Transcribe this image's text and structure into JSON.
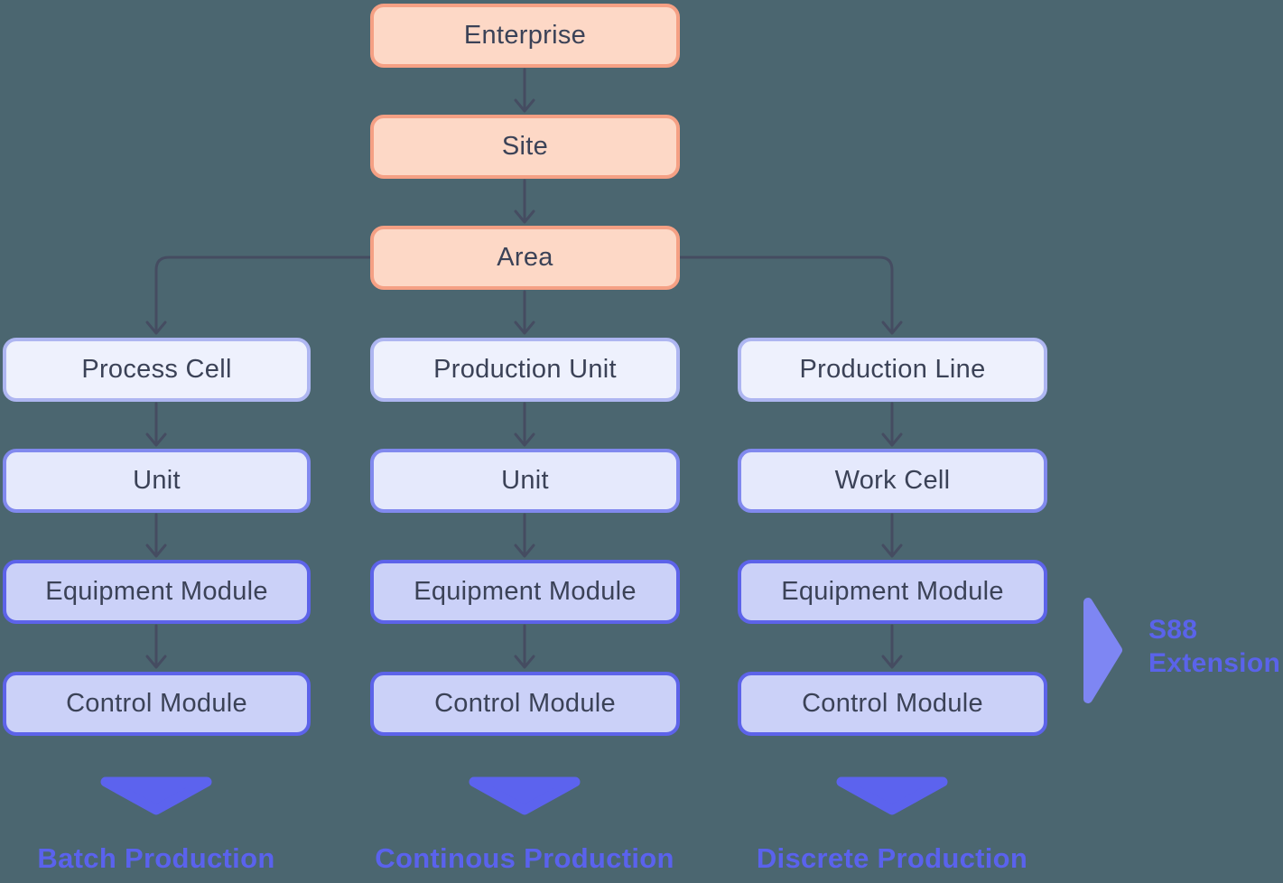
{
  "top_chain": {
    "nodes": [
      {
        "label": "Enterprise"
      },
      {
        "label": "Site"
      },
      {
        "label": "Area"
      }
    ]
  },
  "columns": [
    {
      "name": "batch",
      "nodes": [
        {
          "label": "Process Cell"
        },
        {
          "label": "Unit"
        },
        {
          "label": "Equipment Module"
        },
        {
          "label": "Control Module"
        }
      ],
      "footer_label": "Batch Production"
    },
    {
      "name": "continuous",
      "nodes": [
        {
          "label": "Production Unit"
        },
        {
          "label": "Unit"
        },
        {
          "label": "Equipment Module"
        },
        {
          "label": "Control Module"
        }
      ],
      "footer_label": "Continous Production"
    },
    {
      "name": "discrete",
      "nodes": [
        {
          "label": "Production Line"
        },
        {
          "label": "Work Cell"
        },
        {
          "label": "Equipment Module"
        },
        {
          "label": "Control Module"
        }
      ],
      "footer_label": "Discrete Production"
    }
  ],
  "annotation": {
    "line1": "S88",
    "line2": "Extension"
  },
  "colors": {
    "background": "#4b6670",
    "root_fill": "#fdd8c6",
    "root_border": "#f5a084",
    "level1_fill": "#eef1fd",
    "level1_border": "#aeb6f1",
    "level2_fill": "#e5e9fc",
    "level2_border": "#8189ee",
    "level3_fill": "#cbd1f8",
    "level3_border": "#5d63e9",
    "node_text": "#3b4257",
    "connector": "#454c61",
    "down_triangle": "#5c63ee",
    "s88_triangle": "#7e86f3",
    "accent_text": "#5a62ed"
  }
}
